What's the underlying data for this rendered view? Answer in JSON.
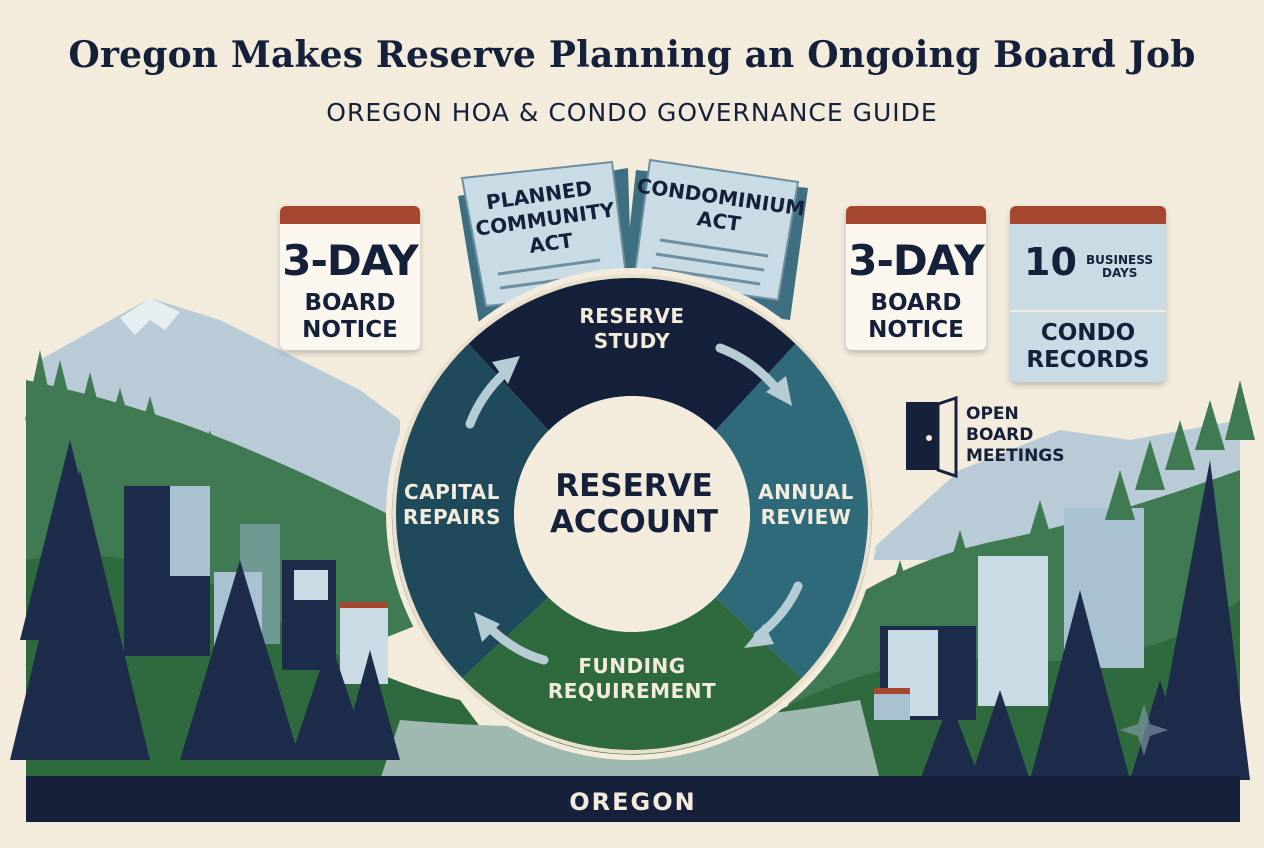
{
  "title": "Oregon Makes Reserve Planning an Ongoing Board Job",
  "subtitle": "OREGON HOA & CONDO GOVERNANCE GUIDE",
  "documents": {
    "left": [
      "PLANNED",
      "COMMUNITY",
      "ACT"
    ],
    "right": [
      "CONDOMINIUM",
      "ACT"
    ]
  },
  "cards": {
    "left_notice": {
      "big": "3-DAY",
      "line1": "BOARD",
      "line2": "NOTICE"
    },
    "right_notice": {
      "big": "3-DAY",
      "line1": "BOARD",
      "line2": "NOTICE"
    },
    "records": {
      "big": "10",
      "sub1": "BUSINESS",
      "sub2": "DAYS",
      "line1": "CONDO",
      "line2": "RECORDS"
    }
  },
  "cycle": {
    "center": [
      "RESERVE",
      "ACCOUNT"
    ],
    "steps": [
      {
        "line1": "RESERVE",
        "line2": "STUDY"
      },
      {
        "line1": "ANNUAL",
        "line2": "REVIEW"
      },
      {
        "line1": "FUNDING",
        "line2": "REQUIREMENT"
      },
      {
        "line1": "CAPITAL",
        "line2": "REPAIRS"
      }
    ]
  },
  "meetings": {
    "line1": "OPEN",
    "line2": "BOARD",
    "line3": "MEETINGS",
    "icon": "door-icon"
  },
  "footer": "OREGON",
  "colors": {
    "background": "#f3ebdc",
    "navy": "#15203a",
    "teal": "#2f6a7a",
    "dark_teal": "#1f4a5c",
    "green": "#2f6a3e",
    "rust": "#a4472e",
    "light_blue": "#c9dce6"
  }
}
